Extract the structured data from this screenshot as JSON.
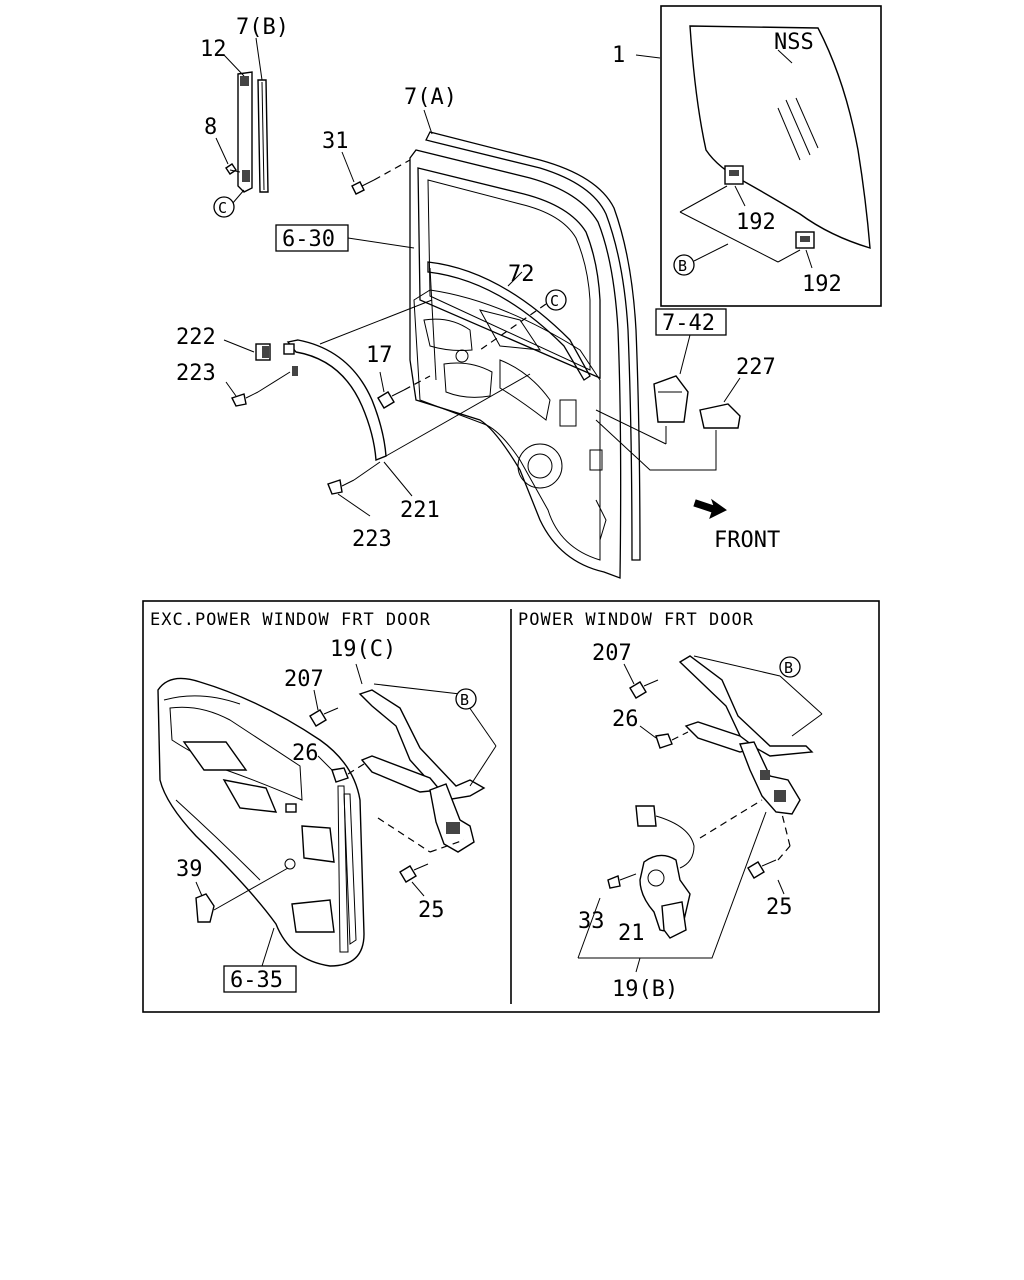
{
  "labels": {
    "l1": "1",
    "nss": "NSS",
    "l192a": "192",
    "l192b": "192",
    "ref_b_top": "B",
    "l7b": "7(B)",
    "l12": "12",
    "l8": "8",
    "ref_c_top": "C",
    "l7a": "7(A)",
    "l31": "31",
    "box_630": "6-30",
    "l72": "72",
    "ref_c_mid": "C",
    "box_742": "7-42",
    "l227": "227",
    "l222": "222",
    "l223a": "223",
    "l17": "17",
    "l221": "221",
    "l223b": "223",
    "front": "FRONT"
  },
  "left_panel": {
    "header": "EXC.POWER WINDOW FRT DOOR",
    "l19c": "19(C)",
    "ref_b": "B",
    "l207": "207",
    "l26": "26",
    "l39": "39",
    "l25": "25",
    "box_635": "6-35"
  },
  "right_panel": {
    "header": "POWER WINDOW FRT DOOR",
    "l207": "207",
    "ref_b": "B",
    "l26": "26",
    "l33": "33",
    "l21": "21",
    "l25": "25",
    "l19b": "19(B)"
  }
}
